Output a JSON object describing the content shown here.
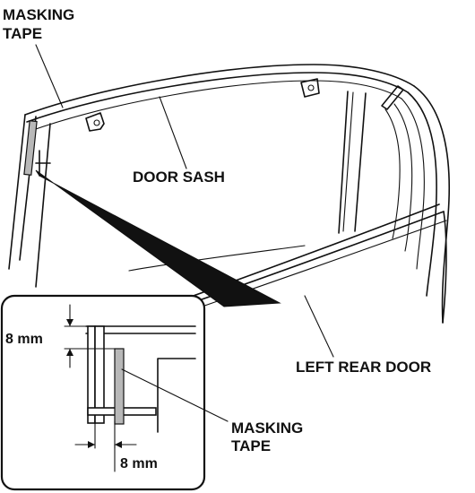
{
  "labels": {
    "masking_tape_top": [
      "MASKING",
      "TAPE"
    ],
    "door_sash": "DOOR SASH",
    "left_rear_door": "LEFT REAR DOOR",
    "masking_tape_detail": [
      "MASKING",
      "TAPE"
    ],
    "dim_vertical": "8 mm",
    "dim_horizontal": "8 mm"
  },
  "colors": {
    "line": "#111111",
    "tape_fill": "#b8b8b8",
    "background": "#ffffff"
  }
}
